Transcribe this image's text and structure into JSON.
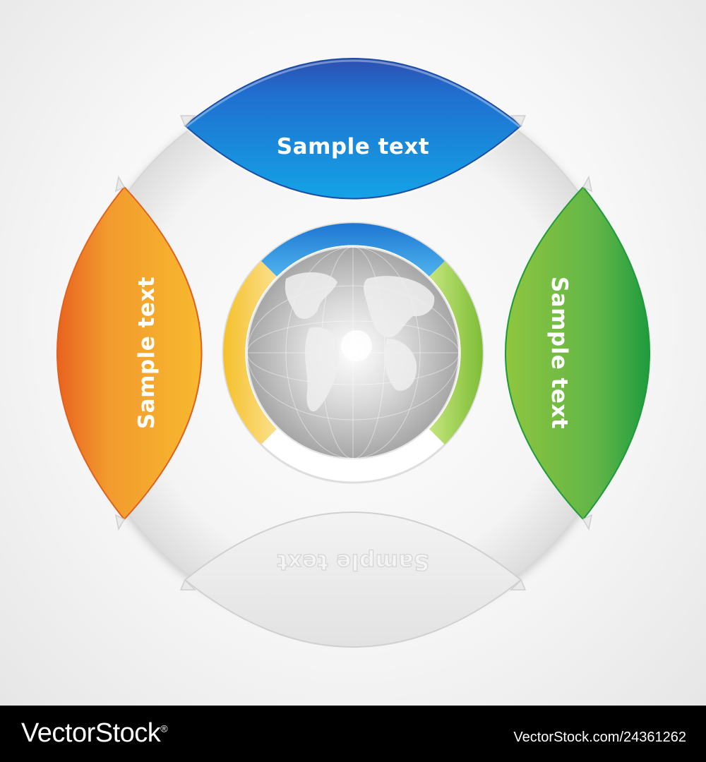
{
  "segments": {
    "top": {
      "label": "Sample text",
      "color": "#1a8ad6"
    },
    "left": {
      "label": "Sample text",
      "color": "#f2a32a"
    },
    "right": {
      "label": "Sample text",
      "color": "#62b545"
    },
    "bottom": {
      "label": "Sample text",
      "color": "#eeeeee"
    }
  },
  "center": {
    "icon": "globe-icon"
  },
  "footer": {
    "brand": "VectorStock",
    "registered_mark": "®",
    "stock_id": "VectorStock.com/24361262"
  }
}
